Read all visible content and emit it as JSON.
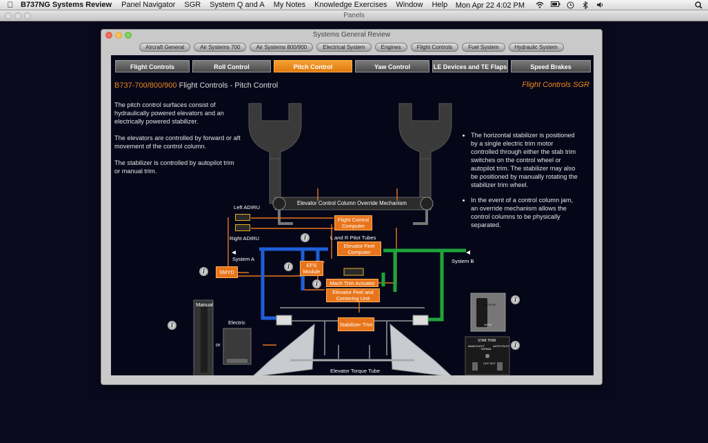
{
  "menubar": {
    "app_name": "B737NG Systems Review",
    "menus": [
      "Panel Navigator",
      "SGR",
      "System Q and A",
      "My Notes",
      "Knowledge Exercises",
      "Window",
      "Help"
    ],
    "clock": "Mon Apr 22  4:02 PM"
  },
  "panels_window": {
    "title": "Panels"
  },
  "sgr_window": {
    "title": "Systems General Review"
  },
  "system_nav": [
    "Aircraft General",
    "Air Systems 700",
    "Air Systems 800/900",
    "Electrical System",
    "Engines",
    "Flight Controls",
    "Fuel System",
    "Hydraulic System"
  ],
  "tabs": [
    {
      "label": "Flight Controls",
      "active": false
    },
    {
      "label": "Roll Control",
      "active": false
    },
    {
      "label": "Pitch Control",
      "active": true
    },
    {
      "label": "Yaw Control",
      "active": false
    },
    {
      "label": "LE Devices and TE Flaps",
      "active": false
    },
    {
      "label": "Speed Brakes",
      "active": false
    }
  ],
  "page": {
    "model": "B737-700/800/900",
    "title": "Flight Controls - Pitch Control",
    "sgr_label": "Flight Controls SGR",
    "left_paragraphs": [
      "The pitch control surfaces consist of hydraulically powered elevators and an electrically powered stabilizer.",
      "The elevators are controlled by forward or aft movement of the control column.",
      "The stabilizer is controlled by autopilot trim or manual trim."
    ],
    "bullets": [
      "The horizontal stabilizer is positioned by a single electric trim motor controlled through either the stab trim switches on the control wheel or autopilot trim. The stabilizer may also be positioned by manually rotating the stabilizer trim wheel.",
      "In the event of a control column jam, an override mechanism allows the control columns to be physically separated."
    ]
  },
  "diagram": {
    "override_mechanism": "Elevator Control Column Override Mechanism",
    "left_adiru": "Left ADIRU",
    "right_adiru": "Right ADIRU",
    "flight_control_computer": "Flight  Control Computer",
    "pitot_tubes": "L and R Pitot Tubes",
    "elevator_feel_computer": "Elevator Feel Computer",
    "system_a": "System A",
    "system_b": "System B",
    "smyd": "SMYD",
    "efs_module": "EFS Module",
    "mach_trim_actuator": "Mach Trim Actuator",
    "elevator_feel_centering": "Elevator Feel and Centering Unit",
    "stabilizer_trim": "Stabilizer Trim",
    "manual": "Manual",
    "electric": "Electric",
    "or": "or",
    "torque_tube": "Elevator Torque Tube",
    "stab_trim_panel": "STAB TRIM",
    "stab_trim_main_elect": "MAIN ELECT",
    "stab_trim_normal": "NORMAL",
    "stab_trim_auto_pilot": "AUTO PILOT",
    "stab_trim_cut_out": "CUT OUT",
    "override_switch": "OVERRIDE",
    "override_switch_norm": "NORM",
    "info_glyph": "i"
  },
  "colors": {
    "accent_orange": "#e8751b",
    "system_a_blue": "#1e5fd8",
    "system_b_green": "#1ea53a",
    "tab_active": "#f39a2a"
  }
}
